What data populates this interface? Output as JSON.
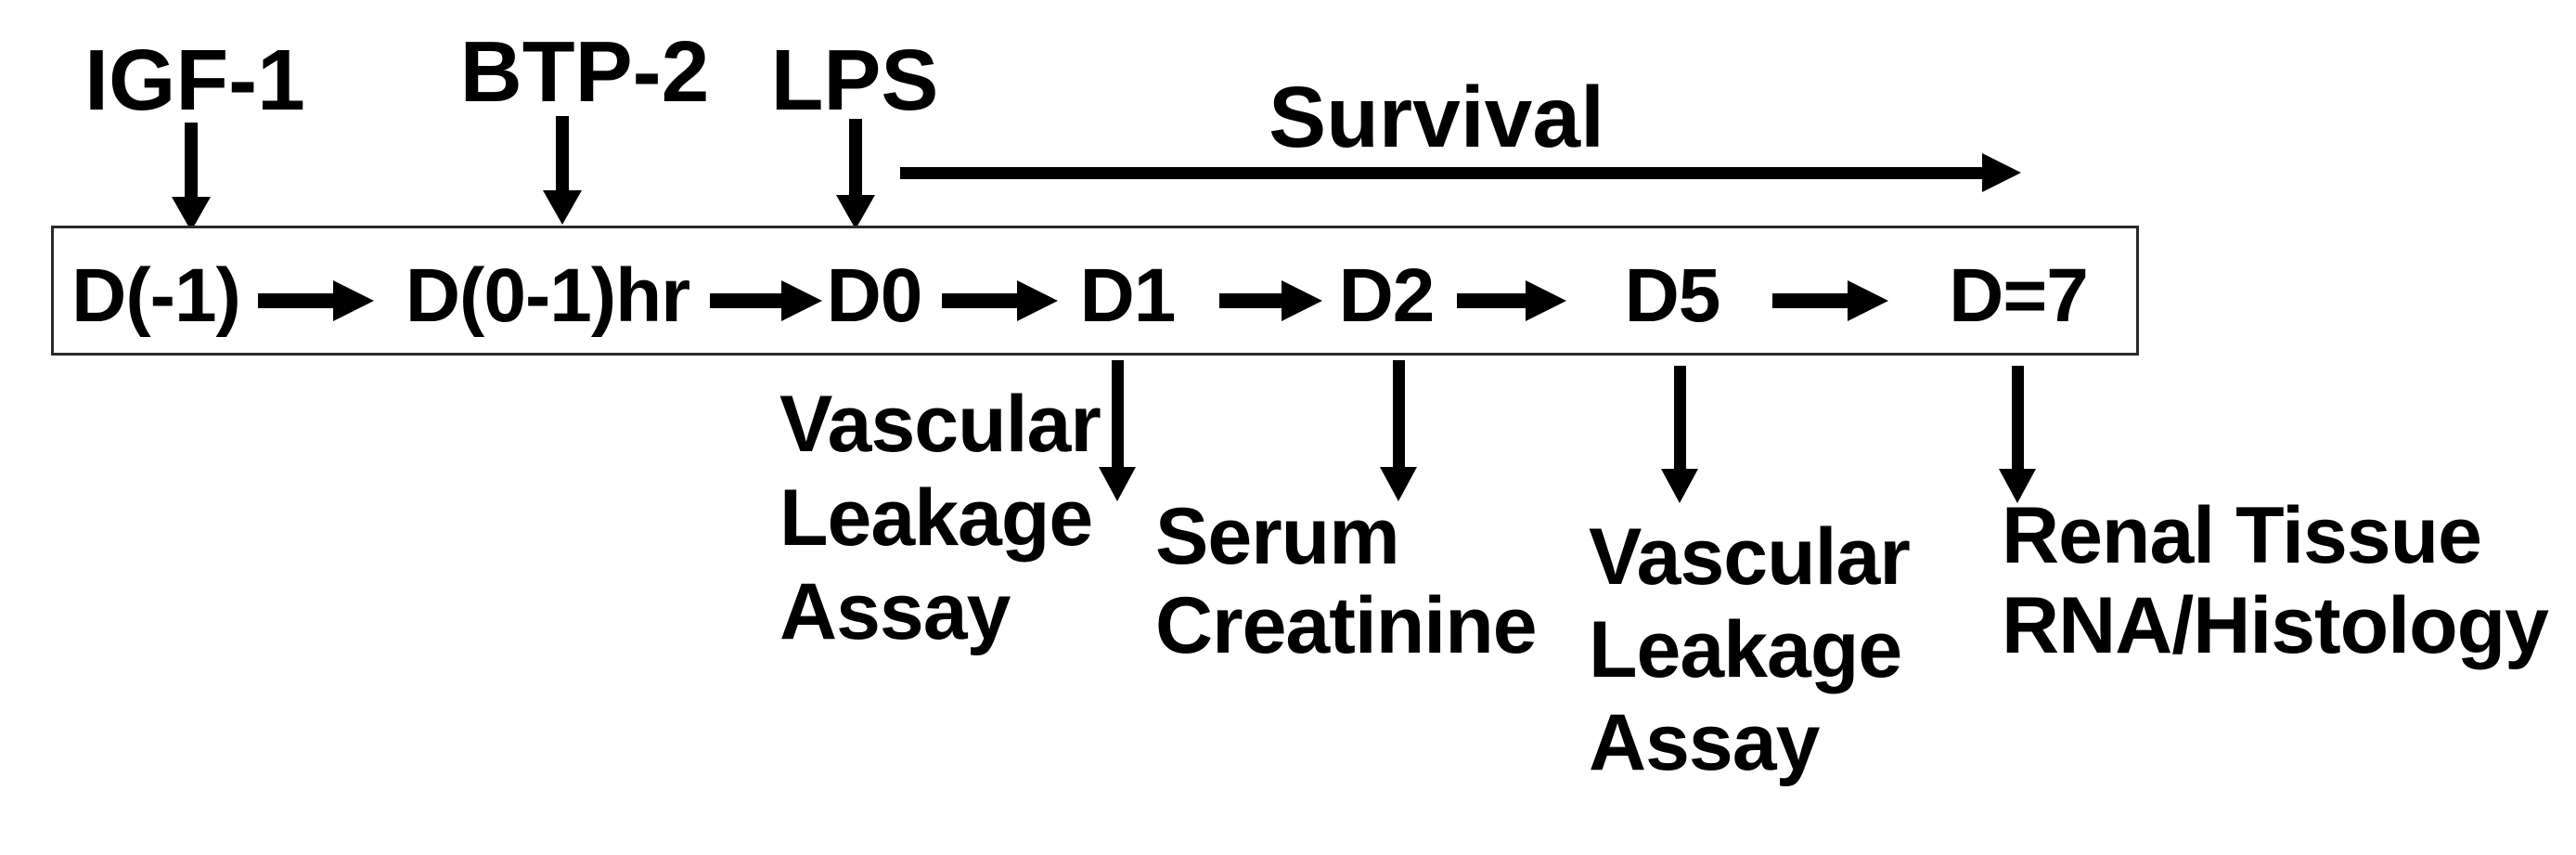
{
  "diagram": {
    "title_implied": "Experimental timeline",
    "interventions": [
      {
        "label": "IGF-1",
        "target_day": "D(-1)"
      },
      {
        "label": "BTP-2",
        "target_day": "D(0-1)hr"
      },
      {
        "label": "LPS",
        "target_day": "D0"
      }
    ],
    "survival": {
      "label": "Survival"
    },
    "timeline": {
      "days": [
        "D(-1)",
        "D(0-1)hr",
        "D0",
        "D1",
        "D2",
        "D5",
        "D=7"
      ]
    },
    "assessments": [
      {
        "day": "D1",
        "label": "Vascular\nLeakage\nAssay"
      },
      {
        "day": "D2",
        "label": "Serum\nCreatinine"
      },
      {
        "day": "D5",
        "label": "Vascular\nLeakage\nAssay"
      },
      {
        "day": "D=7",
        "label": "Renal Tissue\nRNA/Histology"
      }
    ],
    "colors": {
      "ink": "#000000",
      "background": "#ffffff",
      "box_border": "#2a2a2a"
    }
  }
}
